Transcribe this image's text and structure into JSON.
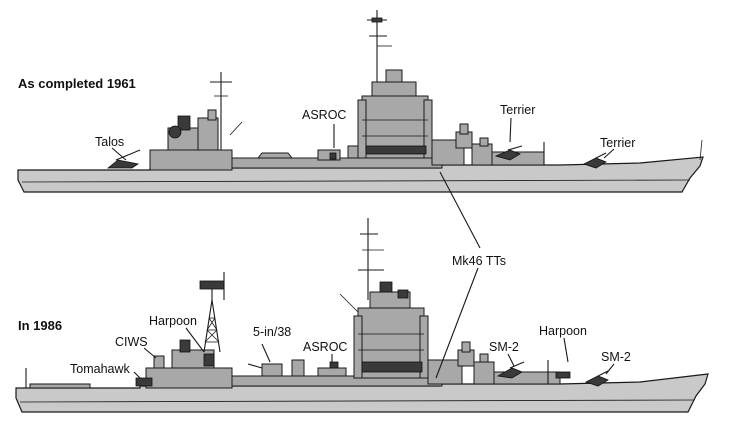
{
  "top": {
    "title": "As completed 1961",
    "labels": {
      "talos": "Talos",
      "asroc": "ASROC",
      "terrier_mid": "Terrier",
      "terrier_fwd": "Terrier"
    }
  },
  "shared": {
    "mk46": "Mk46 TTs"
  },
  "bottom": {
    "title": "In 1986",
    "labels": {
      "harpoon_aft": "Harpoon",
      "ciws": "CIWS",
      "tomahawk": "Tomahawk",
      "gun": "5-in/38",
      "asroc": "ASROC",
      "sm2_mid": "SM-2",
      "harpoon_fwd": "Harpoon",
      "sm2_fwd": "SM-2"
    }
  },
  "colors": {
    "hull": "#c9c9c9",
    "superstructure": "#a8a8a8",
    "outline": "#1a1a1a"
  }
}
